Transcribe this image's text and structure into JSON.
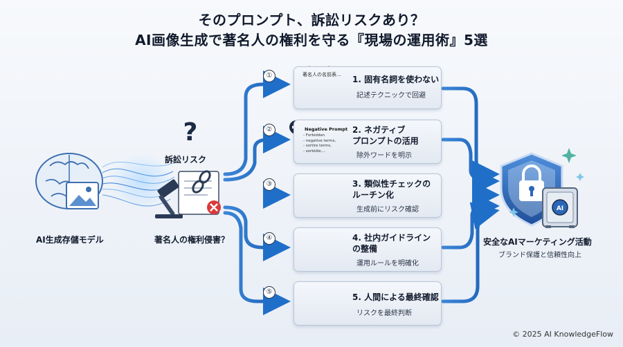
{
  "title": {
    "line1": "そのプロンプト、訴訟リスクあり？",
    "line2": "AI画像生成で著名人の権利を守る『現場の運用術』5選"
  },
  "left": {
    "model_label": "AI生成存儲モデル",
    "risk_label": "訴訟リスク",
    "violation_label": "著名人の権利侵害？"
  },
  "steps": [
    {
      "num": "①",
      "title": "1. 固有名詞を使わない",
      "subtitle": "記述テクニックで回避",
      "thumb_text": "著名人の名前表..."
    },
    {
      "num": "②",
      "title_line1": "2. ネガティブ",
      "title_line2": "プロンプトの活用",
      "subtitle": "除外ワードを明示",
      "thumb_header": "Negative Prompt",
      "thumb_lines": [
        "- Forbidden",
        "- negative terms,",
        "- sortire terms,",
        "- sorbidie,..."
      ]
    },
    {
      "num": "③",
      "title_line1": "3. 類似性チェックの",
      "title_line2": "ルーチン化",
      "subtitle": "生成前にリスク確認"
    },
    {
      "num": "④",
      "title_line1": "4. 社内ガイドライン",
      "title_line2": "の整備",
      "subtitle": "運用ルールを明確化"
    },
    {
      "num": "⑤",
      "title": "5. 人間による最終確認",
      "subtitle": "リスクを最終判断"
    }
  ],
  "right": {
    "goal_label": "安全なAIマーケティング活動",
    "goal_sub": "ブランド保護と信頼性向上"
  },
  "footer": "© 2025 AI KnowledgeFlow",
  "colors": {
    "arrow_blue": "#1f6fc9",
    "arrow_light": "#5fa3e8",
    "shield_blue": "#2b66b8",
    "red_mark": "#d93a3a",
    "green_check": "#2fa84f"
  }
}
